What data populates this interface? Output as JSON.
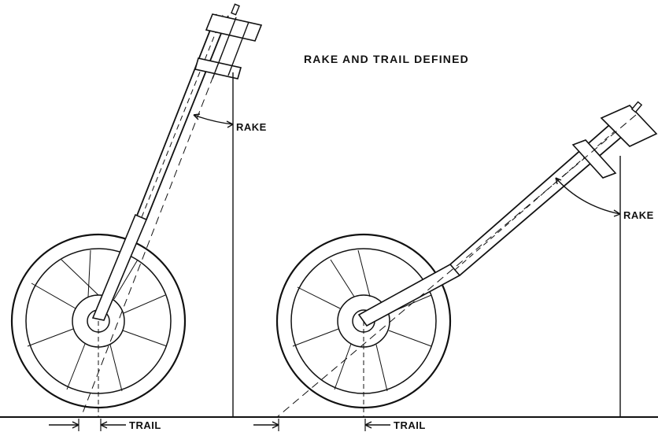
{
  "title": "RAKE AND TRAIL DEFINED",
  "left_fork": {
    "rake_label": "RAKE",
    "trail_label": "TRAIL"
  },
  "right_fork": {
    "rake_label": "RAKE",
    "trail_label": "TRAIL"
  }
}
